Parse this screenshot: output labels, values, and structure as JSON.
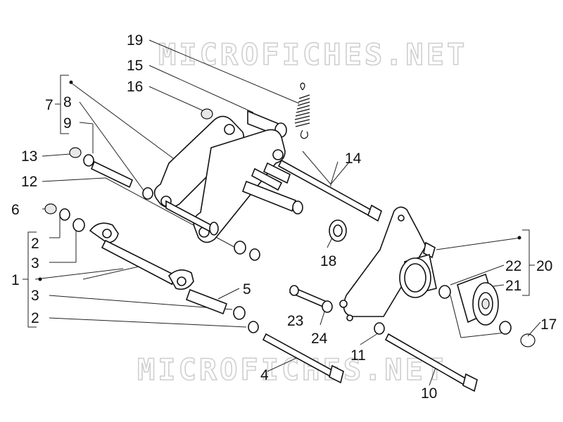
{
  "watermark": "MICROFICHES.NET",
  "labels": {
    "l1": "1",
    "l2a": "2",
    "l2b": "2",
    "l3a": "3",
    "l3b": "3",
    "l4": "4",
    "l5": "5",
    "l6": "6",
    "l7": "7",
    "l8": "8",
    "l9": "9",
    "l10": "10",
    "l11": "11",
    "l12": "12",
    "l13": "13",
    "l14": "14",
    "l15": "15",
    "l16": "16",
    "l17": "17",
    "l18": "18",
    "l19": "19",
    "l20": "20",
    "l21": "21",
    "l22": "22",
    "l23": "23",
    "l24": "24"
  },
  "colors": {
    "ink": "#111111",
    "watermark": "#cfcfcf",
    "background": "#ffffff"
  }
}
